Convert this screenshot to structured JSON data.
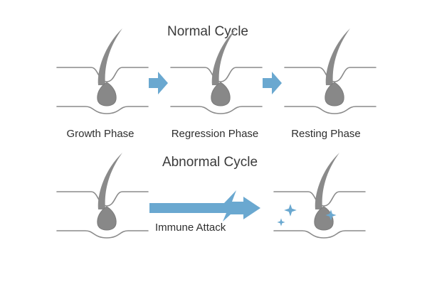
{
  "normal_cycle": {
    "title": "Normal Cycle",
    "phases": [
      {
        "label": "Growth Phase"
      },
      {
        "label": "Regression Phase"
      },
      {
        "label": "Resting Phase"
      }
    ]
  },
  "abnormal_cycle": {
    "title": "Abnormal Cycle",
    "attack_label": "Immune Attack"
  },
  "colors": {
    "arrow": "#6aa8d0",
    "hair": "#8a8a8a",
    "text": "#2e2e2e"
  }
}
